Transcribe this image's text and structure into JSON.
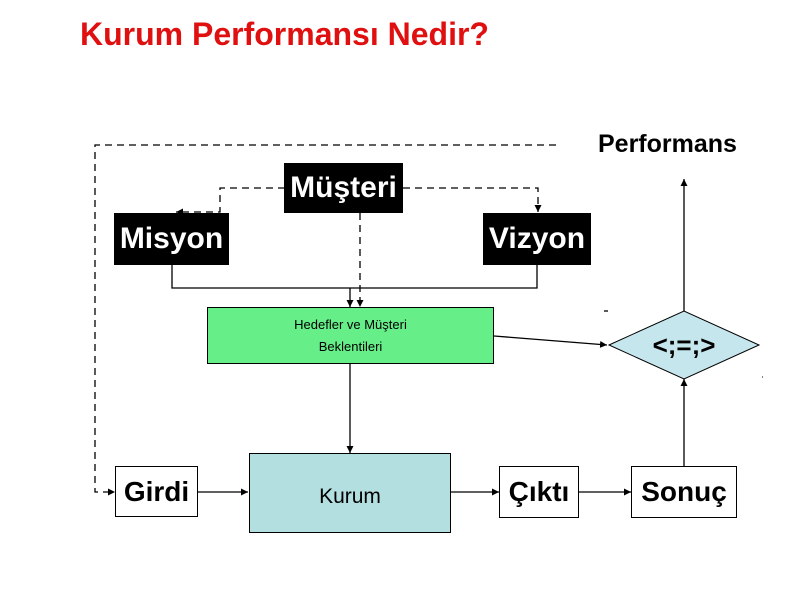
{
  "title": "Kurum Performansı Nedir?",
  "nodes": {
    "musteri": "Müşteri",
    "misyon": "Misyon",
    "vizyon": "Vizyon",
    "hedefler_line1": "Hedefler ve Müşteri",
    "hedefler_line2": "Beklentileri",
    "girdi": "Girdi",
    "kurum": "Kurum",
    "cikti": "Çıktı",
    "sonuc": "Sonuç",
    "comparison": "<;=;>",
    "performans": "Performans"
  },
  "colors": {
    "title": "#e01010",
    "hedefler_fill": "#66ee88",
    "kurum_fill": "#b3dfe0",
    "comparison_fill": "#c5e6ec"
  }
}
